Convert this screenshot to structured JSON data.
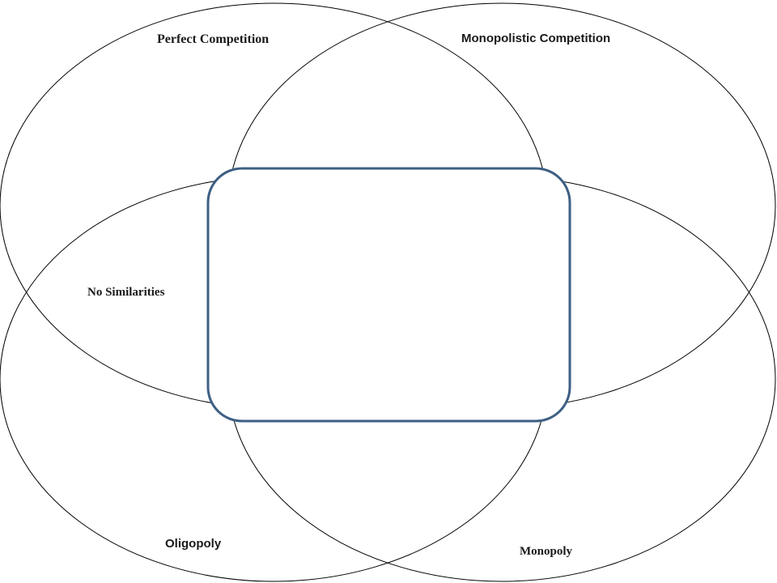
{
  "diagram": {
    "type": "four-set venn diagram",
    "sets": [
      {
        "id": "top-left",
        "label": "Perfect Competition"
      },
      {
        "id": "top-right",
        "label": "Monopolistic Competition"
      },
      {
        "id": "bottom-left",
        "label": "Oligopoly"
      },
      {
        "id": "bottom-right",
        "label": "Monopoly"
      }
    ],
    "annotation": "No Similarities",
    "center_box_text": "",
    "colors": {
      "ellipse_stroke": "#000000",
      "ellipse_overlap_stroke": "#888888",
      "center_box_stroke": "#3e5f84",
      "text": "#1a1a1a"
    }
  }
}
